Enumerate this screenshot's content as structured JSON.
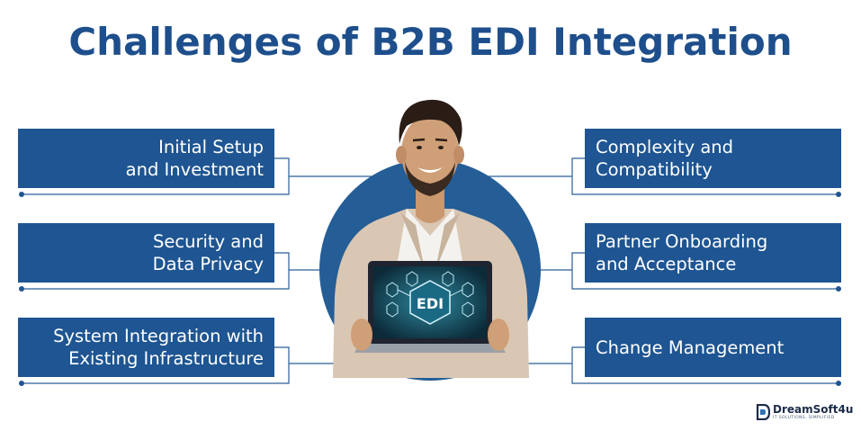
{
  "title": "Challenges of B2B EDI Integration",
  "left_items": [
    {
      "line1": "Initial Setup",
      "line2": "and Investment"
    },
    {
      "line1": "Security and",
      "line2": "Data Privacy"
    },
    {
      "line1": "System Integration with",
      "line2": "Existing Infrastructure"
    }
  ],
  "right_items": [
    {
      "line1": "Complexity and",
      "line2": "Compatibility"
    },
    {
      "line1": "Partner Onboarding",
      "line2": "and Acceptance"
    },
    {
      "line1": "Change Management",
      "line2": ""
    }
  ],
  "screen_text": "EDI",
  "logo": {
    "name": "DreamSoft4u",
    "tagline": "IT SOLUTIONS. SIMPLIFIED"
  },
  "colors": {
    "primary": "#1e5592",
    "title": "#1e4f8c",
    "circle": "#255d96"
  }
}
